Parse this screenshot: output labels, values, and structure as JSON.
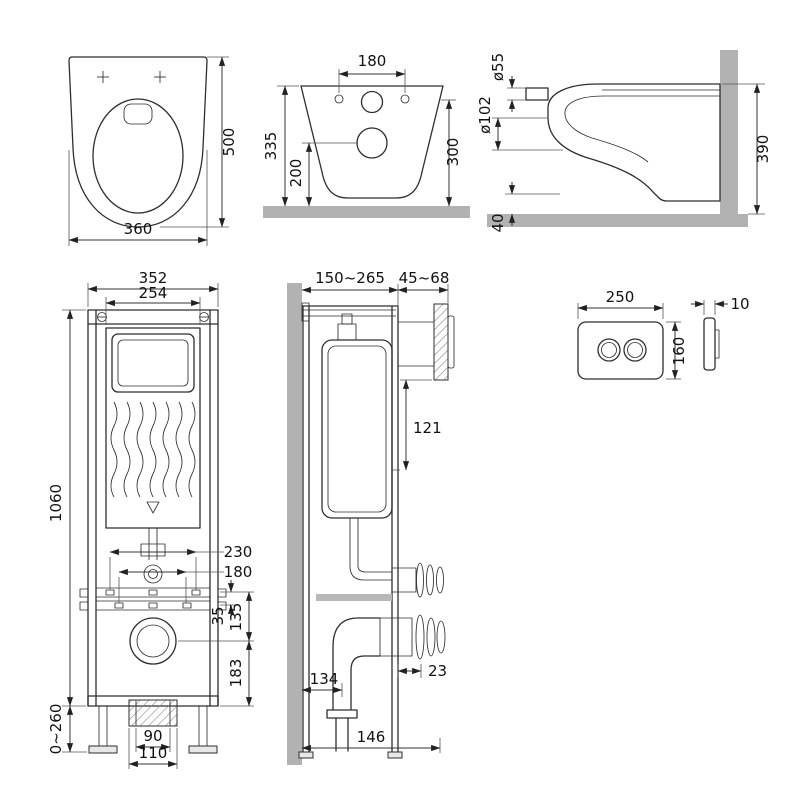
{
  "drawing": {
    "type": "technical dimension drawing",
    "subject": "wall-hung toilet with concealed installation frame and flush plate"
  },
  "dims": {
    "top_view": {
      "depth": "500",
      "width": "360"
    },
    "front_view": {
      "bolt_spacing": "180",
      "total_height": "335",
      "outlet_height": "200",
      "rim_height": "300"
    },
    "side_view": {
      "inlet_dia": "ø55",
      "outlet_dia": "ø102",
      "height": "390",
      "gap": "40"
    },
    "frame_front": {
      "width": "352",
      "inner_width": "254",
      "height": "1060",
      "spacing_230": "230",
      "spacing_180": "180",
      "offset_35": "35",
      "offset_135": "135",
      "offset_183": "183",
      "foot_range": "0~260",
      "outlet_90": "90",
      "outlet_110": "110"
    },
    "frame_side": {
      "depth_range": "150~265",
      "plate_range": "45~68",
      "offset_121": "121",
      "offset_23": "23",
      "offset_134": "134",
      "offset_146": "146"
    },
    "plate": {
      "width": "250",
      "height": "160",
      "thickness": "10"
    }
  }
}
